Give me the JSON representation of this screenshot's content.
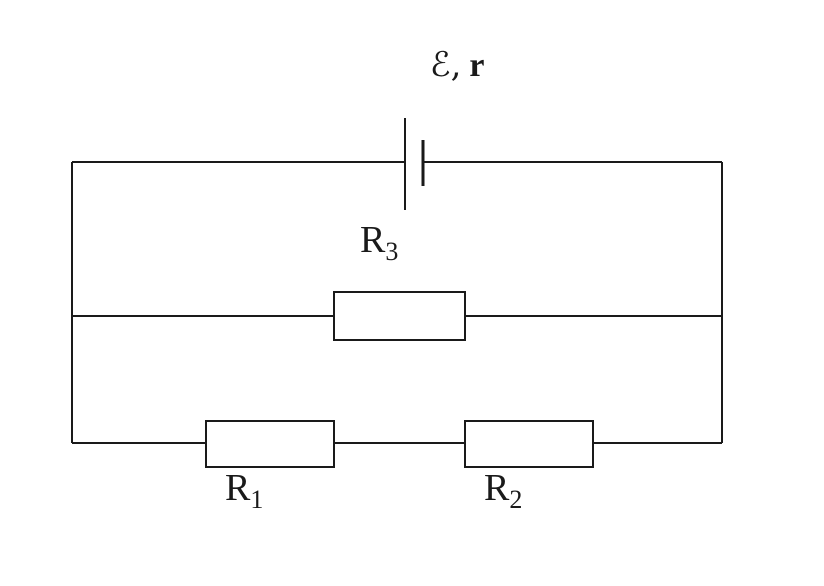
{
  "source": {
    "emf_symbol": "ℰ",
    "separator": ",",
    "internal_resistance": "r"
  },
  "resistors": {
    "r1": {
      "letter": "R",
      "index": "1"
    },
    "r2": {
      "letter": "R",
      "index": "2"
    },
    "r3": {
      "letter": "R",
      "index": "3"
    }
  }
}
